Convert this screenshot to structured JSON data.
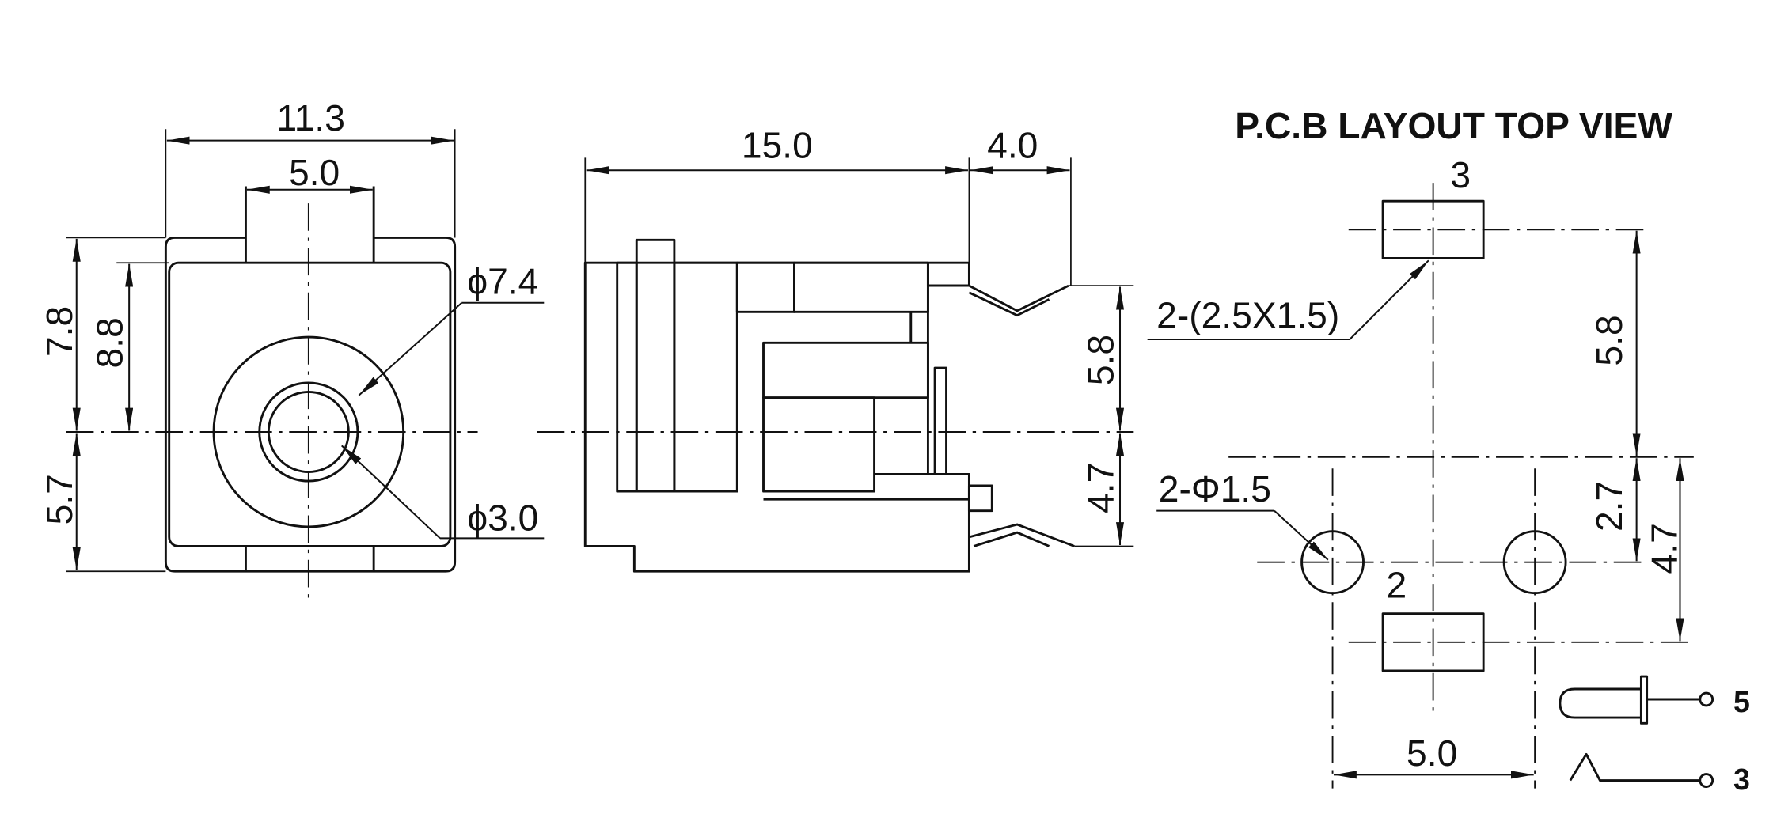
{
  "front_view": {
    "overall_width": "11.3",
    "tab_width": "5.0",
    "outer_diameter": "ϕ7.4",
    "inner_diameter": "ϕ3.0",
    "upper_outer_height": "7.8",
    "upper_inner_height": "8.8",
    "lower_height": "5.7"
  },
  "side_view": {
    "body_length": "15.0",
    "contact_length": "4.0",
    "upper_contact_height": "5.8",
    "lower_contact_height": "4.7"
  },
  "pcb_layout": {
    "title": "P.C.B LAYOUT TOP VIEW",
    "top_pad_label": "3",
    "pad_callout": "2-(2.5X1.5)",
    "top_pad_offset": "5.8",
    "hole_callout": "2-Φ1.5",
    "hole_offset": "2.7",
    "bottom_pad_offset": "4.7",
    "bottom_pad_label": "2",
    "hole_spacing": "5.0"
  },
  "schematic": {
    "tip_pin_label": "5",
    "spring_pin_label": "3"
  }
}
